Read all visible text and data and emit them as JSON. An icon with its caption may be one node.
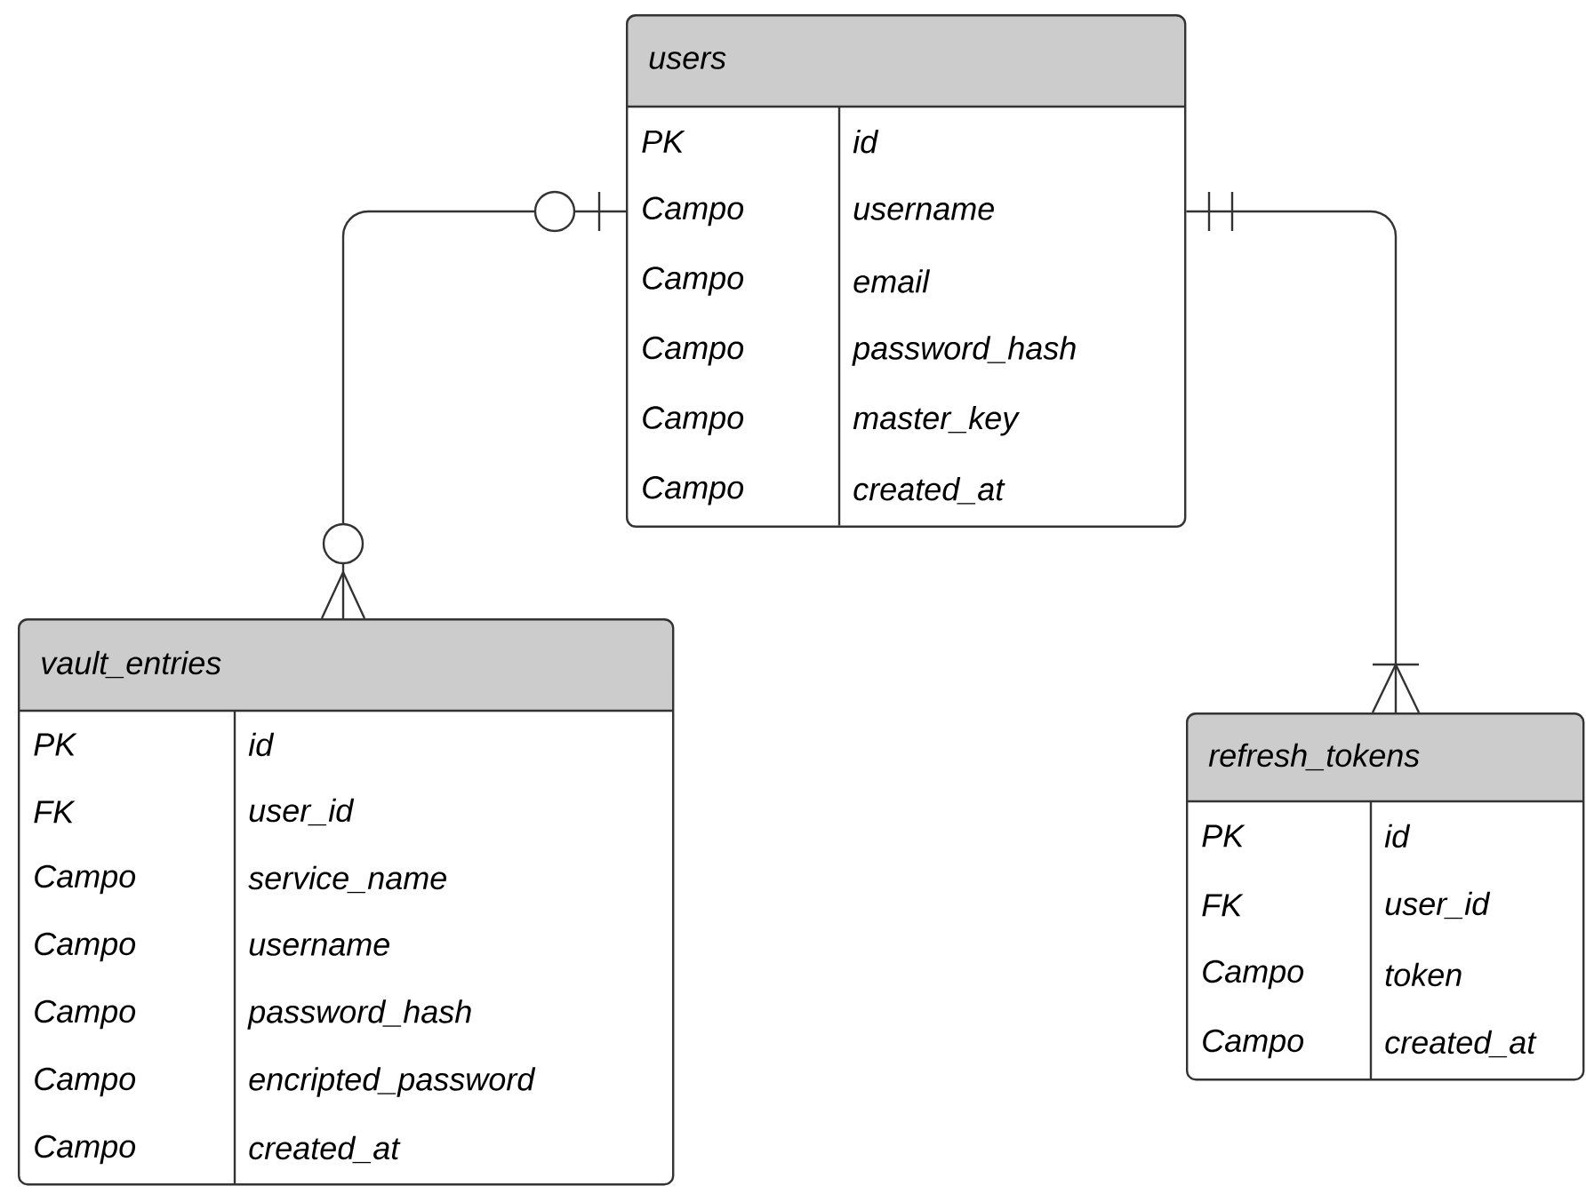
{
  "diagram": {
    "nodes": [
      {
        "text": [
          "users",
          "PK",
          "id",
          "Campo",
          "username",
          "Campo",
          "email",
          "Campo",
          "password_hash",
          "Campo",
          "master_key",
          "Campo",
          "created_at"
        ]
      },
      {
        "text": [
          "vault_entries",
          "PK",
          "id",
          "FK",
          "user_id",
          "Campo",
          "service_name",
          "Campo",
          "username",
          "Campo",
          "password_hash",
          "Campo",
          "encripted_password",
          "Campo",
          "created_at"
        ]
      },
      {
        "text": [
          "refresh_tokens",
          "PK",
          "id",
          "FK",
          "user_id",
          "Campo",
          "token",
          "Campo",
          "created_at"
        ]
      }
    ],
    "edges": [
      {
        "from": 0,
        "to": 1,
        "arrow": "other"
      },
      {
        "from": 0,
        "to": 2,
        "arrow": "other"
      }
    ]
  }
}
